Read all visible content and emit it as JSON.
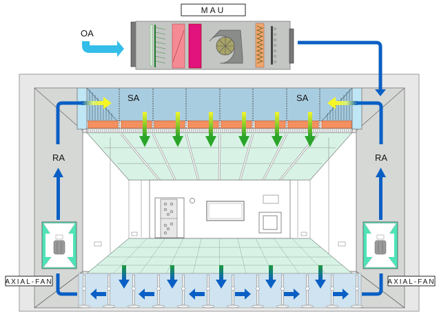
{
  "title": "MAU",
  "labels": {
    "oa": "OA",
    "sa_left": "SA",
    "sa_right": "SA",
    "ra_left": "RA",
    "ra_right": "RA",
    "fan_left": "AXIAL-FAN",
    "fan_right": "AXIAL-FAN"
  },
  "colors": {
    "duct_blue": "#0a5fc4",
    "oa_cyan": "#33bde8",
    "supply_yellow": "#f2f22a",
    "supply_green": "#2aa52a",
    "down_green": "#1e8a3c",
    "filter_orange": "#f49060",
    "plenum": "#a9cde0",
    "floor_plenum": "#cfe3f0",
    "grating": "#d8f3e6",
    "fan_mint": "#4fe3b8",
    "wall_gray": "#d6d8d6",
    "frame_gray": "#e8e8e8"
  },
  "floor_arrows": [
    "left",
    "left",
    "left",
    "left",
    "right",
    "right",
    "right",
    "right"
  ]
}
